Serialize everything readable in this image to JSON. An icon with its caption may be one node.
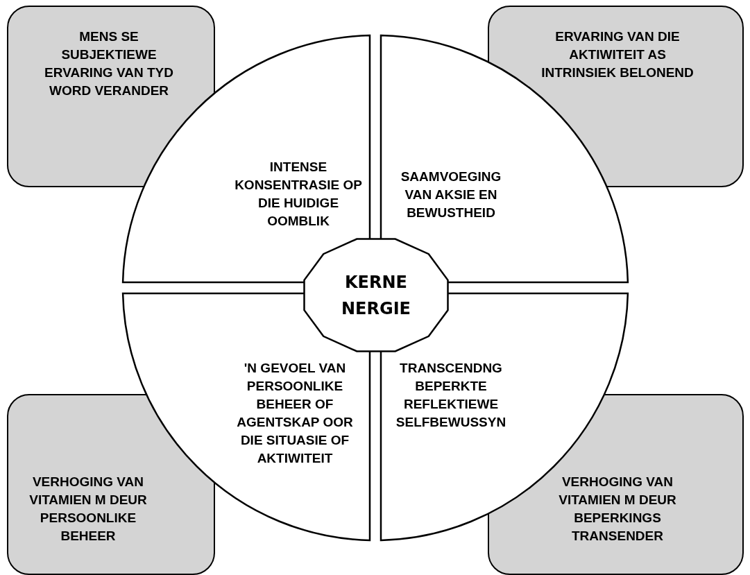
{
  "diagram": {
    "nodes": [
      {
        "text": [
          "MENS SE SUBJEKTIEWE ERVARING VAN TYD WORD VERANDER"
        ]
      },
      {
        "text": [
          "ERVARING VAN DIE AKTIWITEIT AS INTRINSIEK BELONEND"
        ]
      },
      {
        "text": [
          "INTENSE KONSENTRASIE OP DIE HUIDIGE OOMBLIK"
        ]
      },
      {
        "text": [
          "SAAMVOEGING VAN AKSIE EN BEWUSTHEID"
        ]
      },
      {
        "text": [
          "KERNE NERGIE"
        ]
      },
      {
        "text": [
          "'N GEVOEL VAN PERSOONLIKE BEHEER OF AGENTSKAP OOR DIE SITUASIE OF AKTIWITEIT"
        ]
      },
      {
        "text": [
          "TRANSCENDNG BEPERKTE REFLEKTIEWE SELFBEWUSSYN"
        ]
      },
      {
        "text": [
          "VERHOGING VAN VITAMIEN M DEUR PERSOONLIKE BEHEER"
        ]
      },
      {
        "text": [
          "VERHOGING VAN VITAMIEN M DEUR BEPERKINGS TRANSENDER"
        ]
      }
    ]
  }
}
